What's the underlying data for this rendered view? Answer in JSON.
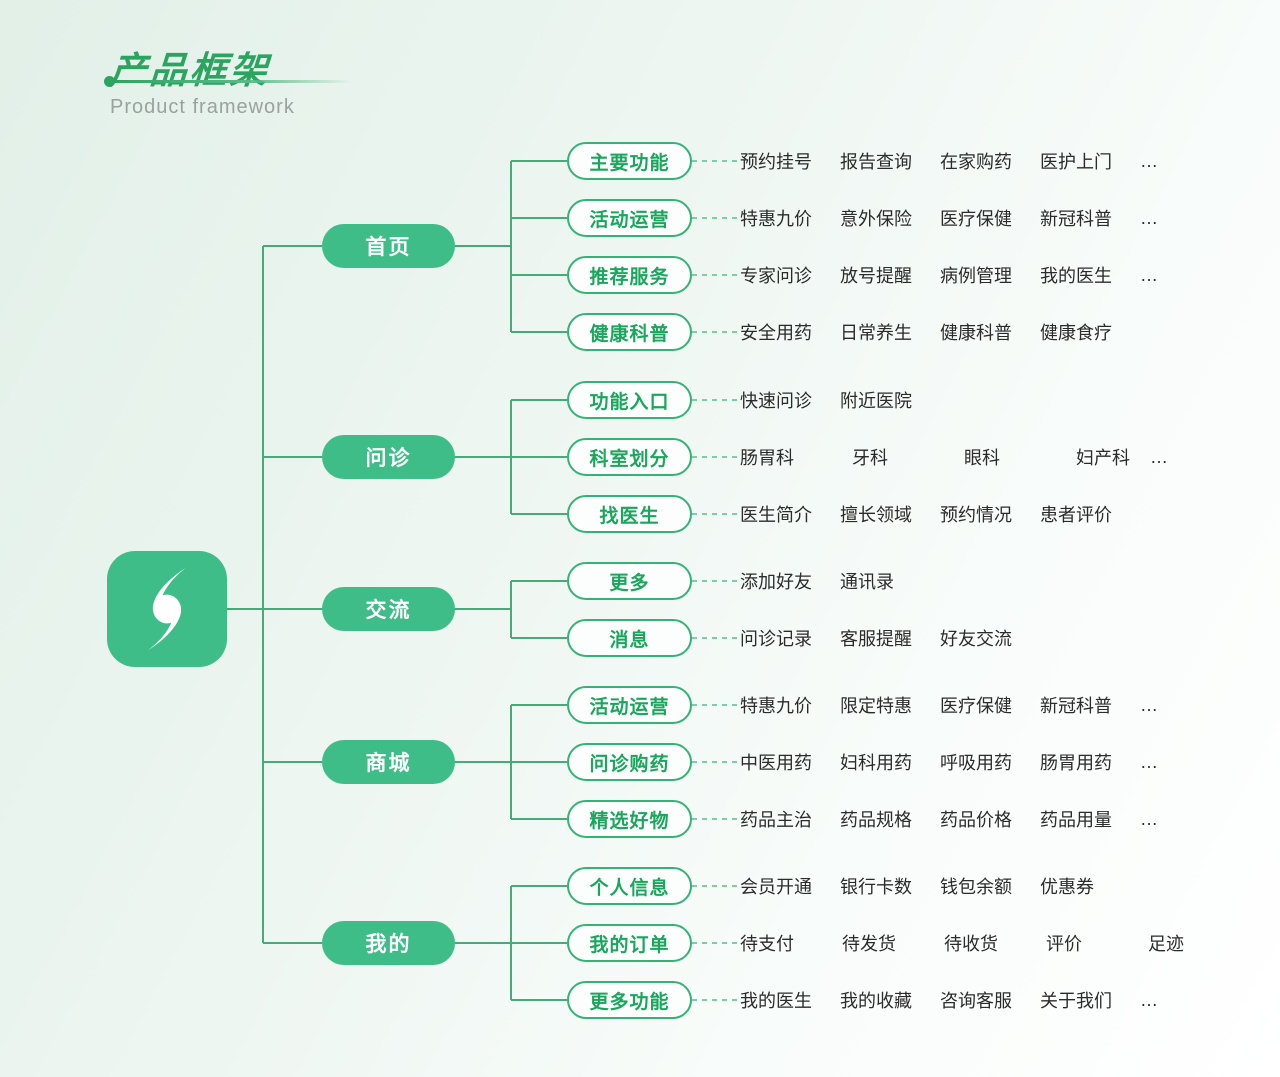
{
  "header": {
    "title": "产品框架",
    "subtitle": "Product framework"
  },
  "logo_icon": "s-lightning-logo-icon",
  "colors": {
    "brand_green": "#3fbd88",
    "outline_green": "#34b376",
    "node_text_green": "#1aa65c",
    "line_green": "#46ab79",
    "dash_green": "#7fcda6",
    "title_green": "#2ba45f",
    "subtitle_gray": "#9aa29e",
    "leaf_text": "#2b2b2b"
  },
  "tree": {
    "branches": [
      {
        "label": "首页",
        "children": [
          {
            "label": "主要功能",
            "items": [
              "预约挂号",
              "报告查询",
              "在家购药",
              "医护上门",
              "…"
            ]
          },
          {
            "label": "活动运营",
            "items": [
              "特惠九价",
              "意外保险",
              "医疗保健",
              "新冠科普",
              "…"
            ]
          },
          {
            "label": "推荐服务",
            "items": [
              "专家问诊",
              "放号提醒",
              "病例管理",
              "我的医生",
              "…"
            ]
          },
          {
            "label": "健康科普",
            "items": [
              "安全用药",
              "日常养生",
              "健康科普",
              "健康食疗"
            ]
          }
        ]
      },
      {
        "label": "问诊",
        "children": [
          {
            "label": "功能入口",
            "items": [
              "快速问诊",
              "附近医院"
            ]
          },
          {
            "label": "科室划分",
            "items": [
              "肠胃科",
              "牙科",
              "眼科",
              "妇产科",
              "…"
            ]
          },
          {
            "label": "找医生",
            "items": [
              "医生简介",
              "擅长领域",
              "预约情况",
              "患者评价"
            ]
          }
        ]
      },
      {
        "label": "交流",
        "children": [
          {
            "label": "更多",
            "items": [
              "添加好友",
              "通讯录"
            ]
          },
          {
            "label": "消息",
            "items": [
              "问诊记录",
              "客服提醒",
              "好友交流"
            ]
          }
        ]
      },
      {
        "label": "商城",
        "children": [
          {
            "label": "活动运营",
            "items": [
              "特惠九价",
              "限定特惠",
              "医疗保健",
              "新冠科普",
              "…"
            ]
          },
          {
            "label": "问诊购药",
            "items": [
              "中医用药",
              "妇科用药",
              "呼吸用药",
              "肠胃用药",
              "…"
            ]
          },
          {
            "label": "精选好物",
            "items": [
              "药品主治",
              "药品规格",
              "药品价格",
              "药品用量",
              "…"
            ]
          }
        ]
      },
      {
        "label": "我的",
        "children": [
          {
            "label": "个人信息",
            "items": [
              "会员开通",
              "银行卡数",
              "钱包余额",
              "优惠券"
            ]
          },
          {
            "label": "我的订单",
            "items": [
              "待支付",
              "待发货",
              "待收货",
              "评价",
              "足迹"
            ]
          },
          {
            "label": "更多功能",
            "items": [
              "我的医生",
              "我的收藏",
              "咨询客服",
              "关于我们",
              "…"
            ]
          }
        ]
      }
    ]
  }
}
